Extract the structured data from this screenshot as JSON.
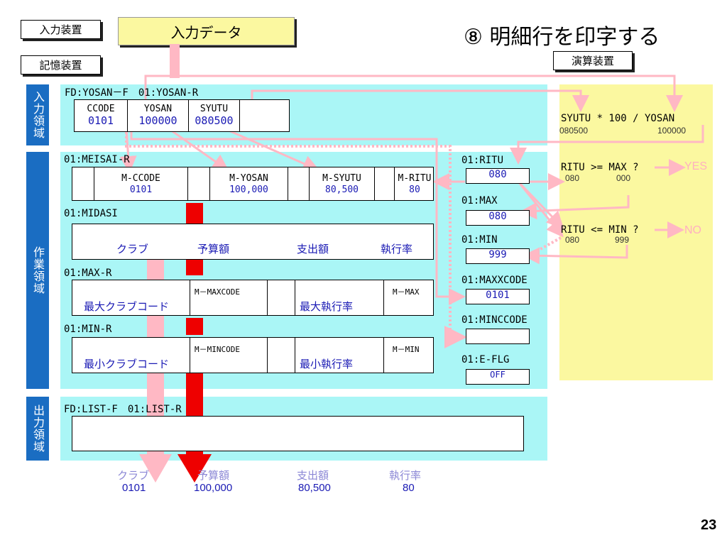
{
  "labels": {
    "input_device": "入力装置",
    "input_data": "入力データ",
    "storage_device": "記憶装置",
    "arith_device": "演算装置",
    "slide_title": "⑧ 明細行を印字する",
    "page_number": "23"
  },
  "regions": {
    "input": "入力領域",
    "work": "作業領域",
    "output": "出力領域"
  },
  "input_record": {
    "header": "FD:YOSAN－F　01:YOSAN-R",
    "fields": [
      {
        "name": "CCODE",
        "value": "0101"
      },
      {
        "name": "YOSAN",
        "value": "100000"
      },
      {
        "name": "SYUTU",
        "value": "080500"
      }
    ]
  },
  "meisai": {
    "header": "01:MEISAI-R",
    "fields": [
      {
        "name": "M-CCODE",
        "value": "0101"
      },
      {
        "name": "M-YOSAN",
        "value": "100,000"
      },
      {
        "name": "M-SYUTU",
        "value": "80,500"
      },
      {
        "name": "M-RITU",
        "value": "80"
      }
    ]
  },
  "midasi": {
    "header": "01:MIDASI",
    "cols": [
      "クラブ",
      "予算額",
      "支出額",
      "執行率"
    ]
  },
  "max_r": {
    "header": "01:MAX-R",
    "label1": "最大クラブコード",
    "field1": "M－MAXCODE",
    "label2": "最大執行率",
    "field2": "M－MAX"
  },
  "min_r": {
    "header": "01:MIN-R",
    "label1": "最小クラブコード",
    "field1": "M－MINCODE",
    "label2": "最小執行率",
    "field2": "M－MIN"
  },
  "work_vars": [
    {
      "name": "01:RITU",
      "value": "080"
    },
    {
      "name": "01:MAX",
      "value": "080"
    },
    {
      "name": "01:MIN",
      "value": "999"
    },
    {
      "name": "01:MAXXCODE",
      "value": "0101"
    },
    {
      "name": "01:MINCCODE",
      "value": ""
    },
    {
      "name": "01:E-FLG",
      "value": "OFF"
    }
  ],
  "calc": {
    "formula": "SYUTU * 100 / YOSAN",
    "formula_v1": "080500",
    "formula_v2": "100000",
    "cmp1": "RITU >= MAX ?",
    "cmp1_v1": "080",
    "cmp1_v2": "000",
    "yes": "YES",
    "cmp2": "RITU <= MIN ?",
    "cmp2_v1": "080",
    "cmp2_v2": "999",
    "no": "NO"
  },
  "output": {
    "header": "FD:LIST-F　01:LIST-R",
    "cols": [
      "クラブ",
      "予算額",
      "支出額",
      "執行率"
    ],
    "values": [
      "0101",
      "100,000",
      "80,500",
      "80"
    ]
  },
  "colors": {
    "region_bg": "#aaf6f6",
    "calc_bg": "#fbf8a0",
    "side_bar": "#1a6dc2",
    "arrow_pink": "#ffb8c4",
    "arrow_red": "#ee0000"
  }
}
